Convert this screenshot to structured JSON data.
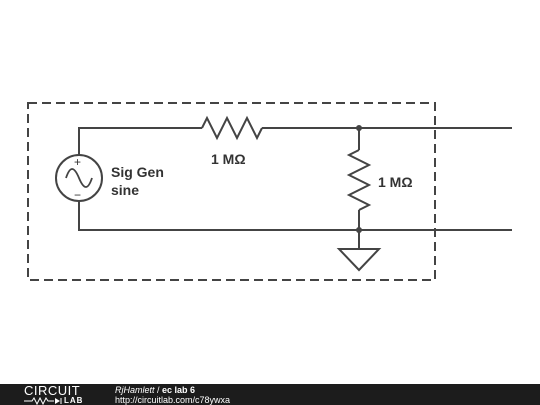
{
  "components": {
    "source": {
      "label_line1": "Sig Gen",
      "label_line2": "sine",
      "plus": "+",
      "minus": "−"
    },
    "r_series": {
      "value": "1 MΩ"
    },
    "r_shunt": {
      "value": "1 MΩ"
    }
  },
  "footer": {
    "brand_top": "CIRCUIT",
    "brand_bottom": "LAB",
    "author": "RjHamlett",
    "separator": " / ",
    "title": "ec lab 6",
    "url": "http://circuitlab.com/c78ywxa"
  },
  "colors": {
    "wire": "#444444",
    "footer_bg": "#1c1c1c"
  }
}
